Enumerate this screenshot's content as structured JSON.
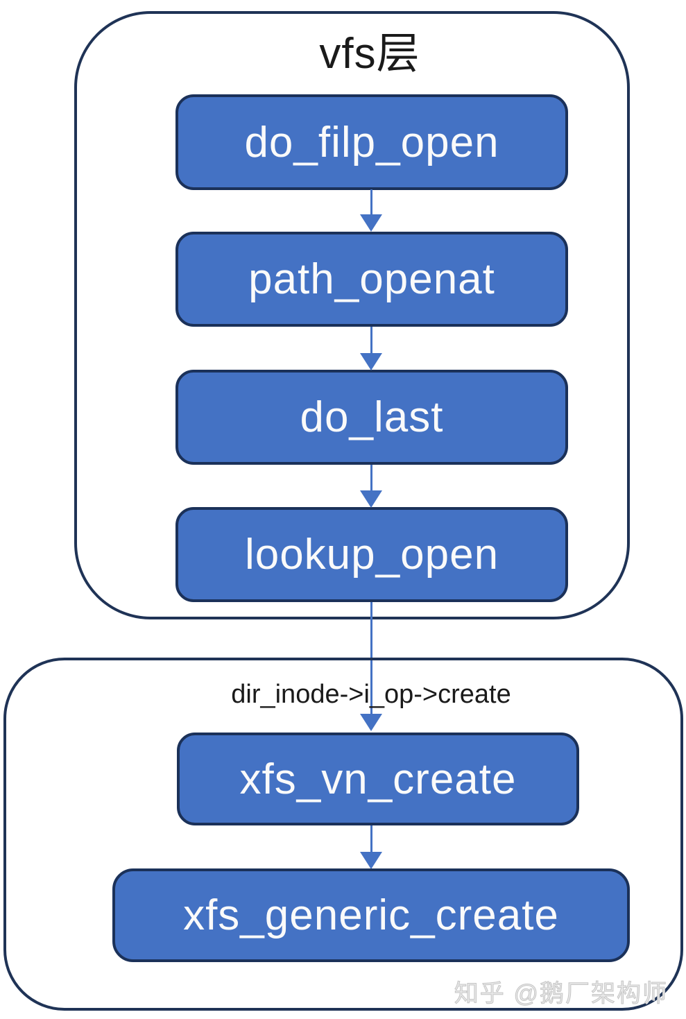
{
  "diagram": {
    "vfs_layer": {
      "title": "vfs层",
      "nodes": [
        {
          "label": "do_filp_open"
        },
        {
          "label": "path_openat"
        },
        {
          "label": "do_last"
        },
        {
          "label": "lookup_open"
        }
      ]
    },
    "edge_label": "dir_inode->i_op->create",
    "xfs_layer": {
      "nodes": [
        {
          "label": "xfs_vn_create"
        },
        {
          "label": "xfs_generic_create"
        }
      ]
    },
    "watermark": "知乎 @鹅厂架构师",
    "colors": {
      "node_fill": "#4472C4",
      "node_border": "#1B3159",
      "container_border": "#1F3356",
      "arrow": "#4472C4",
      "node_text": "#FAFAFA",
      "label_text": "#1A1A1A",
      "watermark_text": "#E8E8E8"
    }
  }
}
